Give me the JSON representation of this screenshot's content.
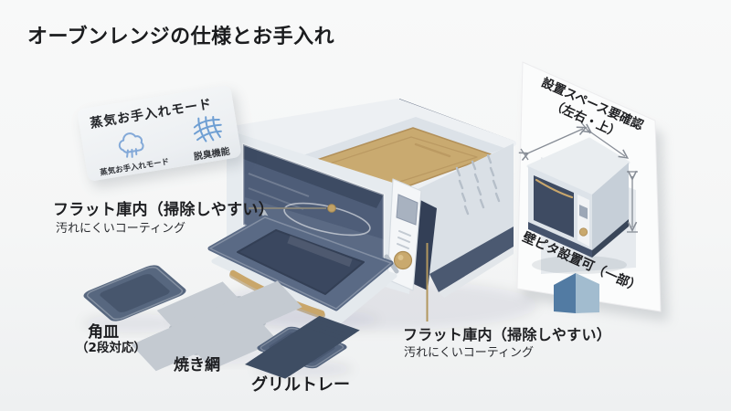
{
  "page": {
    "title": "オーブンレンジの仕様とお手入れ"
  },
  "steam_card": {
    "title": "蒸気お手入れモード",
    "features": [
      {
        "icon": "steam-icon",
        "label": "蒸気お手入れモード"
      },
      {
        "icon": "deodorize-icon",
        "label": "脱臭機能"
      }
    ]
  },
  "callouts": {
    "left": {
      "title": "フラット庫内（掃除しやすい）",
      "subtitle": "汚れにくいコーティング"
    },
    "right": {
      "title": "フラット庫内（掃除しやすい）",
      "subtitle": "汚れにくいコーティング"
    }
  },
  "accessories": [
    {
      "name": "角皿",
      "note": "（2段対応）"
    },
    {
      "name": "焼き網"
    },
    {
      "name": "グリルトレー"
    }
  ],
  "install_panel": {
    "title_line1": "設置スペース要確認",
    "title_line2": "（左右・上）",
    "bottom_label": "壁ピタ設置可（一部）"
  },
  "colors": {
    "gold_accent": "#c9a96e",
    "navy_body": "#4a5870",
    "cavity_navy": "#45536c",
    "icon_blue": "#7aa7d8",
    "panel_blue": "#527ba3",
    "background": "#f6f7f7"
  }
}
